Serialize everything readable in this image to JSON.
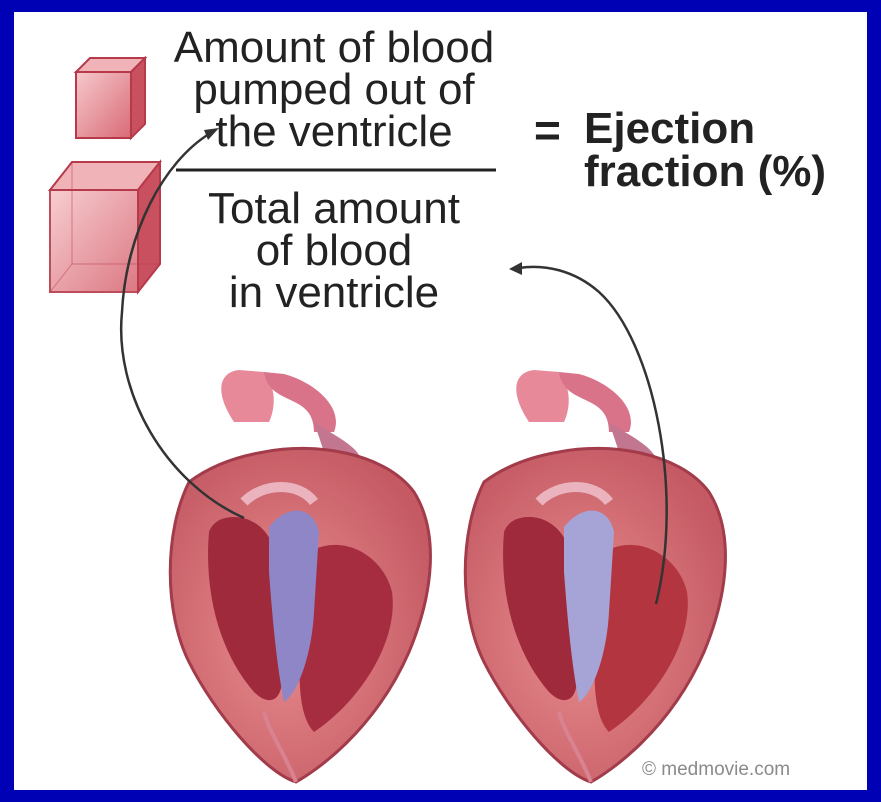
{
  "formula": {
    "numerator_lines": [
      "Amount of blood",
      "pumped out of",
      "the ventricle"
    ],
    "denominator_lines": [
      "Total amount",
      "of blood",
      "in ventricle"
    ],
    "equals": "=",
    "result_lines": [
      "Ejection",
      "fraction (%)"
    ]
  },
  "credit": "© medmovie.com",
  "colors": {
    "border": "#0000b4",
    "background": "#ffffff",
    "heart_muscle": "#b33a48",
    "heart_outer": "#e58b8b",
    "vessel_blue": "#8c8fc9"
  }
}
